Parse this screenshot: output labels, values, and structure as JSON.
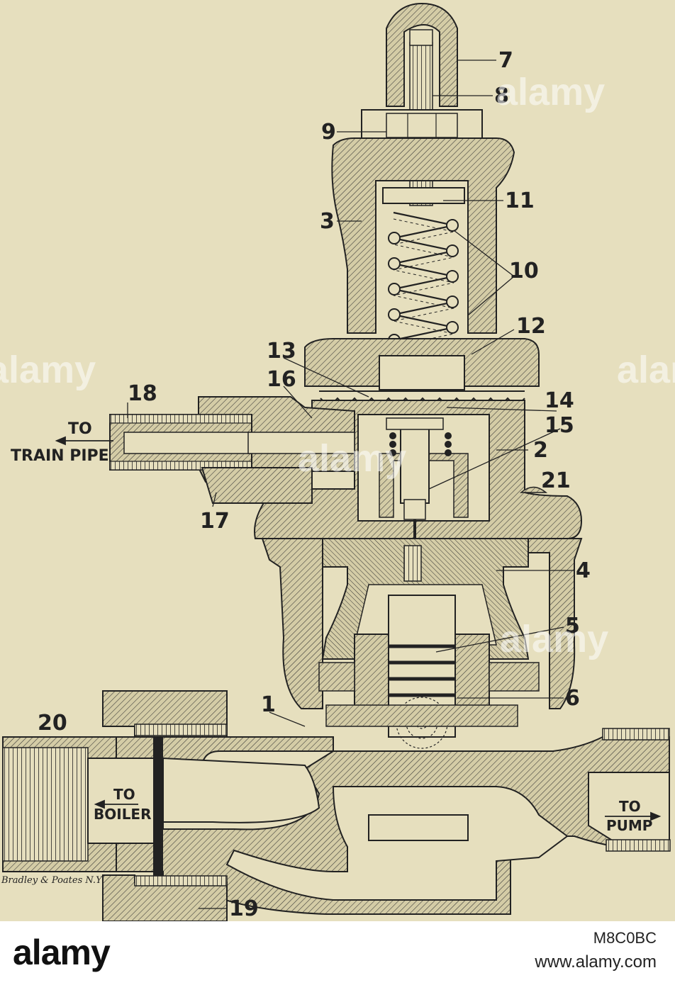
{
  "figure": {
    "callouts": {
      "n1": "1",
      "n2": "2",
      "n3": "3",
      "n4": "4",
      "n5": "5",
      "n6": "6",
      "n7": "7",
      "n8": "8",
      "n9": "9",
      "n10": "10",
      "n11": "11",
      "n12": "12",
      "n13": "13",
      "n14": "14",
      "n15": "15",
      "n16": "16",
      "n17": "17",
      "n18": "18",
      "n19": "19",
      "n20": "20",
      "n21": "21"
    },
    "captions": {
      "to_train_1": "TO",
      "to_train_2": "TRAIN PIPE",
      "to_boiler_1": "TO",
      "to_boiler_2": "BOILER",
      "to_pump_1": "TO",
      "to_pump_2": "PUMP"
    },
    "engraver_credit": "Bradley & Poates N.Y",
    "watermark_text": "alamy"
  },
  "footer": {
    "brand": "alamy",
    "image_id": "M8C0BC",
    "site": "www.alamy.com"
  },
  "colors": {
    "paper": "#e6dfbe",
    "ink": "#222222",
    "footer_bg": "#ffffff"
  }
}
